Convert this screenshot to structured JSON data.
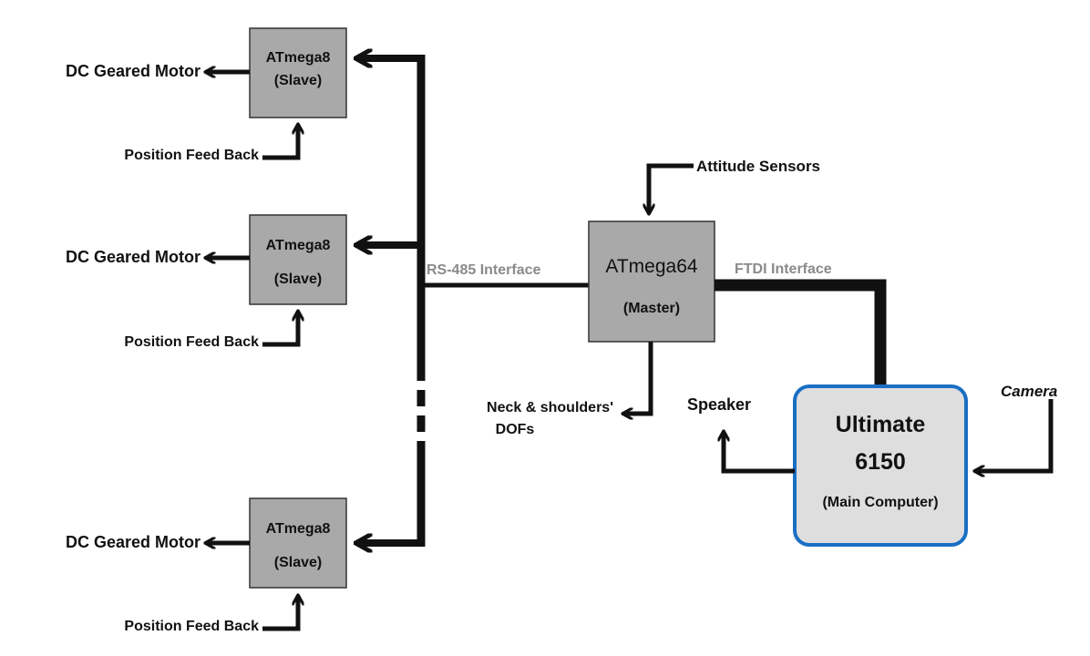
{
  "slaves": [
    {
      "chip": "ATmega8",
      "role": "(Slave)",
      "motor": "DC Geared Motor",
      "feedback": "Position Feed Back"
    },
    {
      "chip": "ATmega8",
      "role": "(Slave)",
      "motor": "DC Geared Motor",
      "feedback": "Position Feed Back"
    },
    {
      "chip": "ATmega8",
      "role": "(Slave)",
      "motor": "DC Geared Motor",
      "feedback": "Position Feed Back"
    }
  ],
  "master": {
    "chip": "ATmega64",
    "role": "(Master)"
  },
  "main_computer": {
    "line1": "Ultimate",
    "line2": "6150",
    "role": "(Main Computer)"
  },
  "labels": {
    "rs485": "RS-485 Interface",
    "ftdi": "FTDI Interface",
    "attitude": "Attitude Sensors",
    "neck_line1": "Neck & shoulders'",
    "neck_line2": "DOFs",
    "speaker": "Speaker",
    "camera": "Camera"
  },
  "colors": {
    "block_fill": "#a9a9a9",
    "main_fill": "#dedede",
    "main_border": "#1a6fc4",
    "interface_text": "#8a8a8a"
  }
}
